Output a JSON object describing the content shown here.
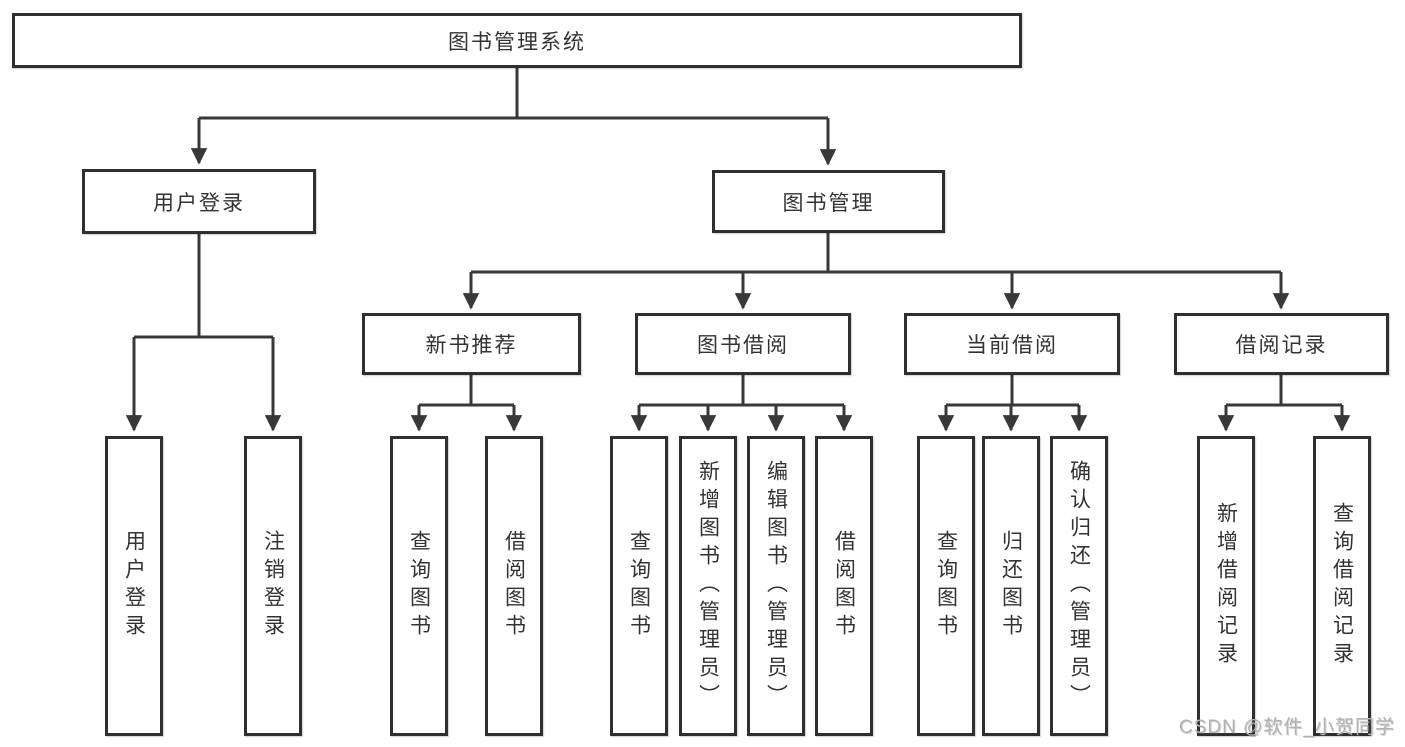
{
  "colors": {
    "line": "#383838",
    "box_border": "#2f2f2f",
    "text": "#333333",
    "watermark": "#b3b3b3",
    "background": "#ffffff"
  },
  "watermark": {
    "text": "CSDN @软件_小贺同学"
  },
  "diagram": {
    "root": {
      "label": "图书管理系统",
      "children": [
        {
          "label": "用户登录",
          "children": [
            {
              "label": "用户登录"
            },
            {
              "label": "注销登录"
            }
          ]
        },
        {
          "label": "图书管理",
          "children": [
            {
              "label": "新书推荐",
              "children": [
                {
                  "label": "查询图书"
                },
                {
                  "label": "借阅图书"
                }
              ]
            },
            {
              "label": "图书借阅",
              "children": [
                {
                  "label": "查询图书"
                },
                {
                  "label": "新增图书（管理员）"
                },
                {
                  "label": "编辑图书（管理员）"
                },
                {
                  "label": "借阅图书"
                }
              ]
            },
            {
              "label": "当前借阅",
              "children": [
                {
                  "label": "查询图书"
                },
                {
                  "label": "归还图书"
                },
                {
                  "label": "确认归还（管理员）"
                }
              ]
            },
            {
              "label": "借阅记录",
              "children": [
                {
                  "label": "新增借阅记录"
                },
                {
                  "label": "查询借阅记录"
                }
              ]
            }
          ]
        }
      ]
    }
  }
}
